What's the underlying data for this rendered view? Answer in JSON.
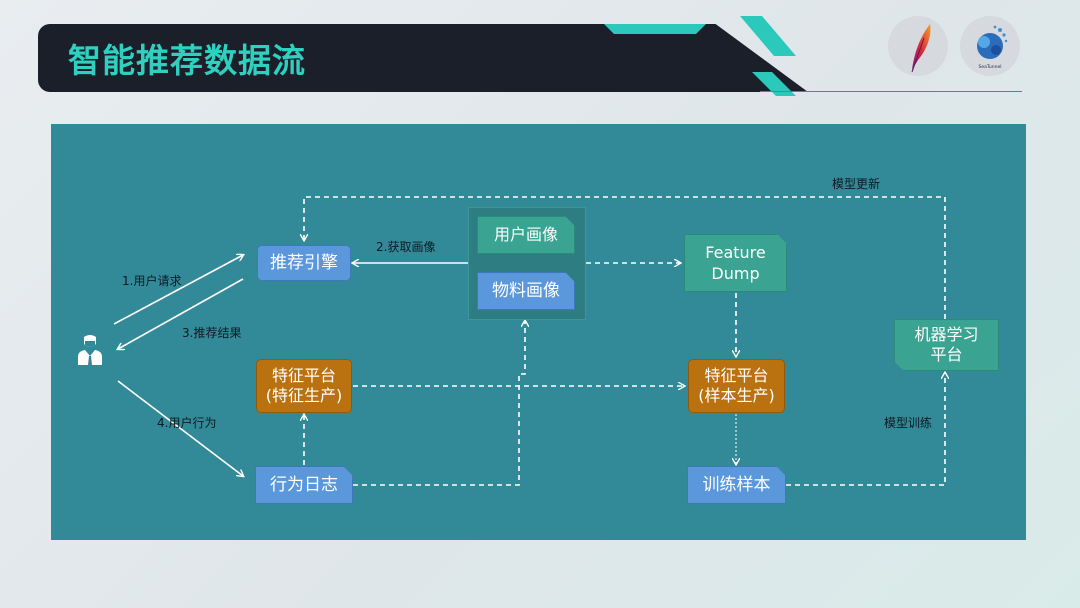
{
  "title": "智能推荐数据流",
  "nodes": {
    "rec_engine": "推荐引擎",
    "user_profile": "用户画像",
    "item_profile": "物料画像",
    "feature_dump_line1": "Feature",
    "feature_dump_line2": "Dump",
    "ml_platform_line1": "机器学习",
    "ml_platform_line2": "平台",
    "feature_platform_a_line1": "特征平台",
    "feature_platform_a_line2": "(特征生产)",
    "feature_platform_b_line1": "特征平台",
    "feature_platform_b_line2": "(样本生产)",
    "behavior_log": "行为日志",
    "training_samples": "训练样本"
  },
  "edge_labels": {
    "user_request": "1.用户请求",
    "get_profile": "2.获取画像",
    "rec_result": "3.推荐结果",
    "user_behavior": "4.用户行为",
    "model_update": "模型更新",
    "model_training": "模型训练"
  },
  "icons": {
    "user": "user-icon",
    "logo_left": "feather-logo",
    "logo_right": "seatunnel-logo"
  },
  "logo_text": "SeaTunnel",
  "colors": {
    "title_text": "#2fd0c0",
    "title_bg": "#1b1f2a",
    "accent": "#2bc8bc",
    "stage_bg": "#328a99",
    "blue_node": "#5b98db",
    "orange_node": "#b9720f",
    "green_node": "#3aa391"
  }
}
